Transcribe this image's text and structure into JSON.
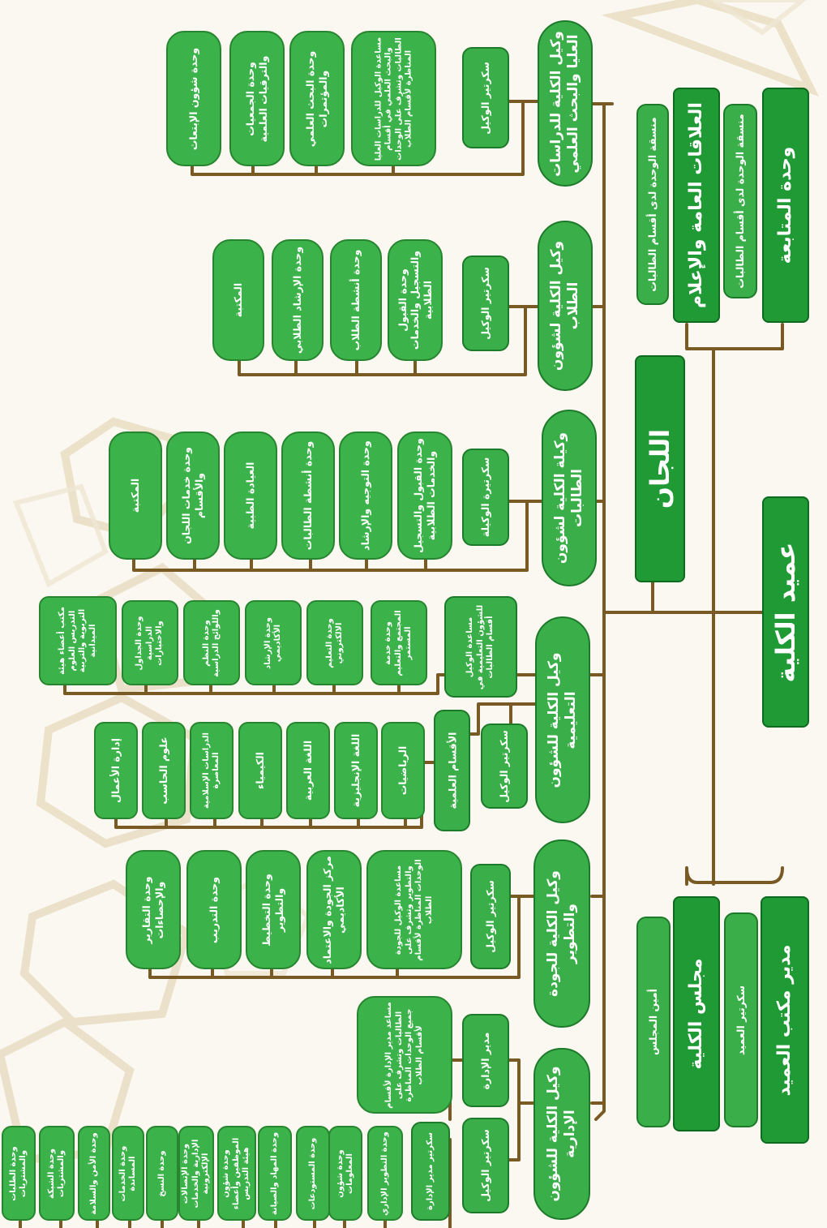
{
  "colors": {
    "line": "#7a5a24",
    "green": "#3aae48",
    "dark_green": "#1f9a35",
    "background": "#fbf8f1",
    "pattern": "#e6d9bd"
  },
  "top": {
    "dean": "عميد الكلية",
    "follow_up": "وحدة المتابعة",
    "follow_up_coordinator": "منسقة الوحدة لدى أقسام الطالبات",
    "pr_media": "العلاقات العامة والإعلام",
    "pr_coordinator": "منسقة الوحدة لدى أقسام الطالبات",
    "committees": "اللجان",
    "office_director": "مدير مكتب العميد",
    "dean_secretary": "سكرتير العميد",
    "college_council": "مجلس الكلية",
    "council_secretary": "أمين المجلس"
  },
  "branches": {
    "research": {
      "title": "وكيل الكلية للدراسات العليا والبحث العلمي",
      "secretary": "سكرتير الوكيل",
      "units": [
        "مساعدة الوكيل للدراسات العليا والبحث العلمي في أقسام الطالبات وتشرف على الوحدات المناظرة لأقسام الطلاب",
        "وحدة البحث العلمي والمؤتمرات",
        "وحدة الجمعيات والترقيات العلمية",
        "وحدة شؤون الإبتعاث"
      ]
    },
    "student_affairs": {
      "title": "وكيل الكلية لشؤون الطلاب",
      "secretary": "سكرتير الوكيل",
      "units": [
        "وحدة القبول والتسجيل والخدمات الطلابية",
        "وحدة أنشطة الطلاب",
        "وحدة الإرشاد الطلابي",
        "المكتبة"
      ]
    },
    "female_affairs": {
      "title": "وكيلة الكلية لشؤون الطالبات",
      "secretary": "سكرتيرة الوكيلة",
      "units": [
        "وحدة القبول والتسجيل والخدمات الطلابية",
        "وحدة التوجيه والإرشاد",
        "وحدة أنشطة الطالبات",
        "العيادة الطبية",
        "وحدة خدمات اللجان والأقسام",
        "المكتبة"
      ]
    },
    "academic": {
      "title": "وكيل الكلية للشؤون التعليمية",
      "assistant": "مساعدة الوكيل للشؤون التعليمية في أقسام الطالبات",
      "units_a": [
        "وحدة خدمة المجتمع والتعليم المستمر",
        "وحدة التعليم الالكتروني",
        "وحدة الإرشاد الأكاديمي",
        "وحدة النظم واللوائح الدراسية",
        "وحدة الجداول الدراسية والاختبارات",
        "مكتب أعضاء هيئة التدريس العلوم التربوية والتربية الميدانية"
      ],
      "secretary": "سكرتير الوكيل",
      "departments_label": "الأقسام العلمية",
      "departments": [
        "الرياضيات",
        "اللغة الإنجليزية",
        "اللغة العربية",
        "الكيمياء",
        "الدراسات الإسلامية المعاصرة",
        "علوم الحاسب",
        "إدارة الأعمال"
      ]
    },
    "quality": {
      "title": "وكيل الكلية للجودة والتطوير",
      "secretary": "سكرتير الوكيل",
      "units": [
        "مساعدة الوكيل للجودة والتطوير وتشرف على الوحدات المناظرة لأقسام الطلاب",
        "مركز الجودة والاعتماد الأكاديمي",
        "وحدة التخطيط والتطوير",
        "وحدة التدريب",
        "وحدة التقارير والإحصاءات"
      ]
    },
    "admin": {
      "title": "وكيل الكلية للشؤون الإدارية",
      "secretary": "سكرتير الوكيل",
      "director": "مدير الإدارة",
      "assistant": "مساعد مدير الإدارة لأقسام الطالبات وتشرف على جميع الوحدات المناظرة لأقسام الطلاب",
      "director_secretary": "سكرتير مدير الإدارة",
      "units": [
        "وحدة التطوير الإداري",
        "وحدة شؤون المعلومات",
        "وحدة المستودعات",
        "وحدة المهاد والصيانة",
        "وحدة شؤون الموظفين وأعضاء هيئة التدريس",
        "وحدة الإتصالات الإدارية والخدمات الإلكترونية",
        "وحدة النسخ",
        "وحدة الخدمات المساندة",
        "وحدة الأمن والسلامة",
        "وحدة الشبكة والمشتريات",
        "وحدة الطلبات والمشتريات"
      ]
    }
  }
}
